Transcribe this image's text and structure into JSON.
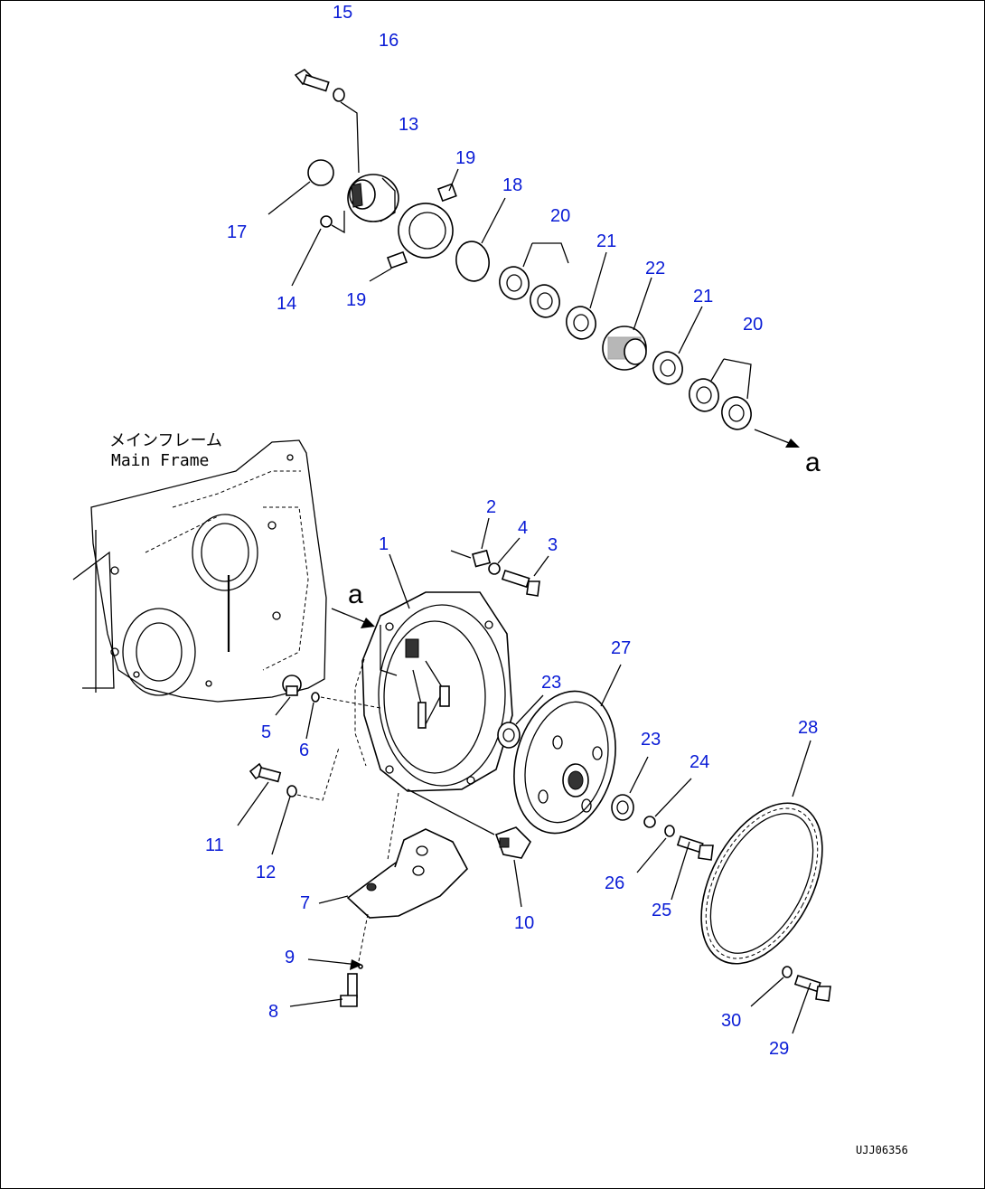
{
  "main_frame_label": {
    "jp": "メインフレーム",
    "en": "Main Frame"
  },
  "reference_letter": "a",
  "figure_code": "UJJ06356",
  "callouts": [
    {
      "num": "15",
      "part": "bolt"
    },
    {
      "num": "16",
      "part": "washer"
    },
    {
      "num": "13",
      "part": "housing"
    },
    {
      "num": "19",
      "part": "cover"
    },
    {
      "num": "18",
      "part": "o-ring"
    },
    {
      "num": "20",
      "part": "bearing"
    },
    {
      "num": "17",
      "part": "o-ring"
    },
    {
      "num": "21",
      "part": "spacer"
    },
    {
      "num": "22",
      "part": "gear"
    },
    {
      "num": "14",
      "part": "plug"
    },
    {
      "num": "19",
      "part": "cover"
    },
    {
      "num": "21",
      "part": "spacer"
    },
    {
      "num": "20",
      "part": "bearing"
    },
    {
      "num": "2",
      "part": "block"
    },
    {
      "num": "4",
      "part": "washer"
    },
    {
      "num": "3",
      "part": "bolt"
    },
    {
      "num": "1",
      "part": "flywheel-housing"
    },
    {
      "num": "27",
      "part": "damper-plate"
    },
    {
      "num": "23",
      "part": "bearing"
    },
    {
      "num": "28",
      "part": "ring-gear"
    },
    {
      "num": "5",
      "part": "plug"
    },
    {
      "num": "6",
      "part": "o-ring"
    },
    {
      "num": "23",
      "part": "bearing"
    },
    {
      "num": "24",
      "part": "washer"
    },
    {
      "num": "11",
      "part": "bolt"
    },
    {
      "num": "12",
      "part": "washer"
    },
    {
      "num": "26",
      "part": "washer"
    },
    {
      "num": "25",
      "part": "bolt"
    },
    {
      "num": "7",
      "part": "bracket"
    },
    {
      "num": "10",
      "part": "cover"
    },
    {
      "num": "9",
      "part": "washer"
    },
    {
      "num": "8",
      "part": "bolt"
    },
    {
      "num": "30",
      "part": "washer"
    },
    {
      "num": "29",
      "part": "bolt"
    }
  ]
}
